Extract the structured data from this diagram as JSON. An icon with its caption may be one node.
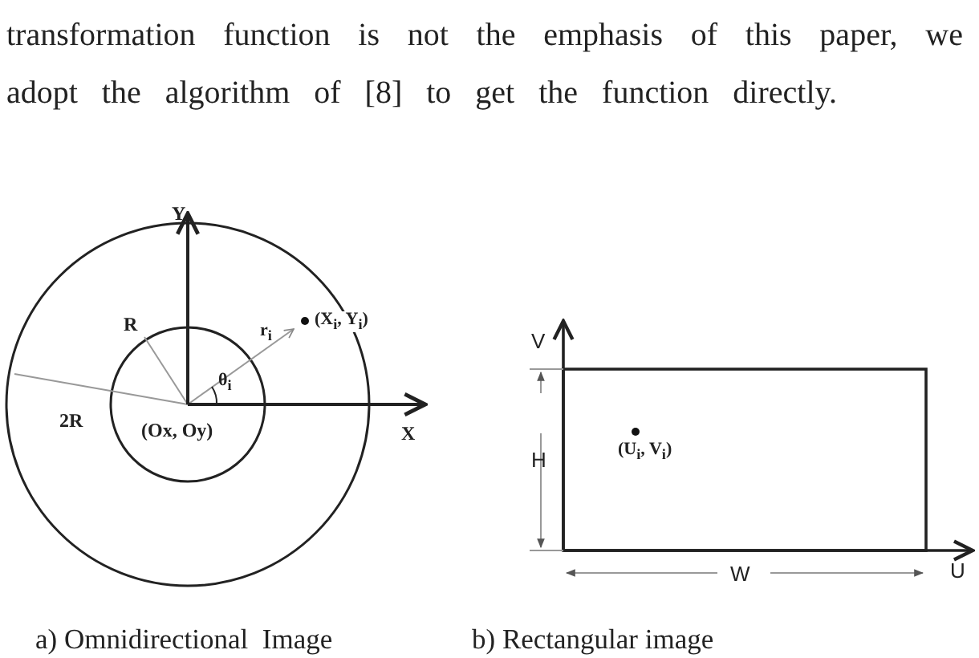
{
  "diagram": {
    "labels": [
      "transformation function is not the emphasis of this paper, we adopt the algorithm of [8] to get the function directly.",
      "Y",
      "R",
      "r$_{i}$",
      "(X$_{i}$, Y$_{i}$)",
      "θ$_{i}$",
      "2R",
      "(Ox, Oy)",
      "X",
      "V",
      "H",
      "(U$_{i}$, V$_{i}$)",
      "W",
      "U",
      "a) Omnidirectional  Image",
      "b) Rectangular image"
    ]
  }
}
